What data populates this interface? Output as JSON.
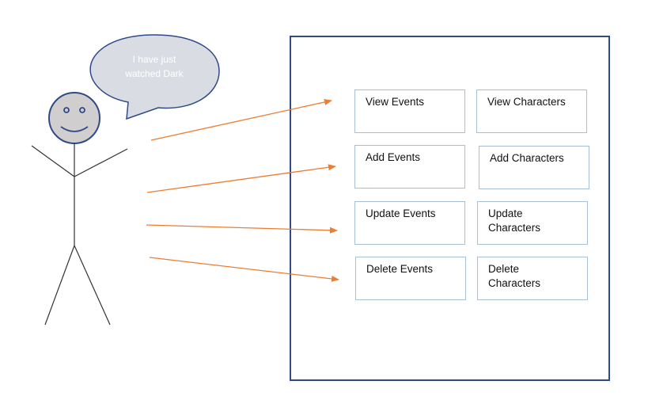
{
  "speech_bubble": {
    "text": "I have just\nwatched Dark"
  },
  "system": {
    "use_cases": [
      {
        "id": "view-events",
        "label": "View Events"
      },
      {
        "id": "view-characters",
        "label": "View Characters"
      },
      {
        "id": "add-events",
        "label": "Add Events"
      },
      {
        "id": "add-characters",
        "label": "Add Characters"
      },
      {
        "id": "update-events",
        "label": "Update Events"
      },
      {
        "id": "update-characters",
        "label": "Update\nCharacters"
      },
      {
        "id": "delete-events",
        "label": "Delete Events"
      },
      {
        "id": "delete-characters",
        "label": "Delete\nCharacters"
      }
    ]
  },
  "colors": {
    "arrow": "#ed7d31",
    "system_border": "#2f4a87",
    "actor_stroke": "#2f4a87",
    "actor_fill": "#d0cece",
    "bubble_fill": "#d9dde3",
    "bubble_stroke": "#2f4a87",
    "usecase_border": "#a9bfd6"
  }
}
